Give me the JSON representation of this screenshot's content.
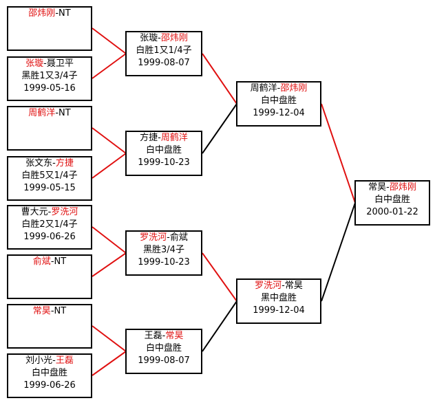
{
  "colors": {
    "winner": "#e01010",
    "text": "#000000",
    "border": "#000000",
    "winner_line": "#e01010",
    "loser_line": "#000000"
  },
  "round1": [
    {
      "p1": "邵炜刚",
      "sep": "-",
      "p2": "NT",
      "winner": "p1",
      "result": "",
      "date": ""
    },
    {
      "p1": "张璇",
      "sep": "-",
      "p2": "聂卫平",
      "winner": "p1",
      "result": "黑胜1又3/4子",
      "date": "1999-05-16"
    },
    {
      "p1": "周鹤洋",
      "sep": "-",
      "p2": "NT",
      "winner": "p1",
      "result": "",
      "date": ""
    },
    {
      "p1": "张文东",
      "sep": "-",
      "p2": "方捷",
      "winner": "p2",
      "result": "白胜5又1/4子",
      "date": "1999-05-15"
    },
    {
      "p1": "曹大元",
      "sep": "-",
      "p2": "罗洗河",
      "winner": "p2",
      "result": "白胜2又1/4子",
      "date": "1999-06-26"
    },
    {
      "p1": "俞斌",
      "sep": "-",
      "p2": "NT",
      "winner": "p1",
      "result": "",
      "date": ""
    },
    {
      "p1": "常昊",
      "sep": "-",
      "p2": "NT",
      "winner": "p1",
      "result": "",
      "date": ""
    },
    {
      "p1": "刘小光",
      "sep": "-",
      "p2": "王磊",
      "winner": "p2",
      "result": "白中盘胜",
      "date": "1999-06-26"
    }
  ],
  "round2": [
    {
      "p1": "张璇",
      "sep": "-",
      "p2": "邵炜刚",
      "winner": "p2",
      "result": "白胜1又1/4子",
      "date": "1999-08-07"
    },
    {
      "p1": "方捷",
      "sep": "-",
      "p2": "周鹤洋",
      "winner": "p2",
      "result": "白中盘胜",
      "date": "1999-10-23"
    },
    {
      "p1": "罗洗河",
      "sep": "-",
      "p2": "俞斌",
      "winner": "p1",
      "result": "黑胜3/4子",
      "date": "1999-10-23"
    },
    {
      "p1": "王磊",
      "sep": "-",
      "p2": "常昊",
      "winner": "p2",
      "result": "白中盘胜",
      "date": "1999-08-07"
    }
  ],
  "round3": [
    {
      "p1": "周鹤洋",
      "sep": "-",
      "p2": "邵炜刚",
      "winner": "p2",
      "result": "白中盘胜",
      "date": "1999-12-04"
    },
    {
      "p1": "罗洗河",
      "sep": "-",
      "p2": "常昊",
      "winner": "p1",
      "result": "黑中盘胜",
      "date": "1999-12-04"
    }
  ],
  "final": [
    {
      "p1": "常昊",
      "sep": "-",
      "p2": "邵炜刚",
      "winner": "p2",
      "result": "白中盘胜",
      "date": "2000-01-22"
    }
  ]
}
